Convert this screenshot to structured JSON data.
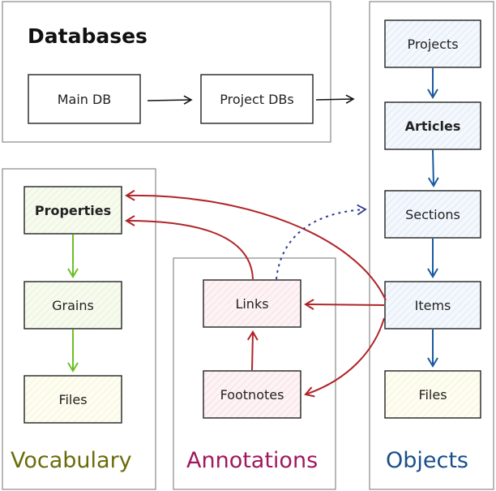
{
  "groups": {
    "databases": {
      "title": "Databases",
      "title_color": "#111111"
    },
    "vocabulary": {
      "title": "Vocabulary",
      "title_color": "#6b6b0b"
    },
    "annotations": {
      "title": "Annotations",
      "title_color": "#a0185e"
    },
    "objects": {
      "title": "Objects",
      "title_color": "#1a4f8b"
    }
  },
  "nodes": {
    "main_db": "Main DB",
    "project_dbs": "Project DBs",
    "projects": "Projects",
    "articles": "Articles",
    "sections": "Sections",
    "items": "Items",
    "object_files": "Files",
    "properties": "Properties",
    "grains": "Grains",
    "vocab_files": "Files",
    "links": "Links",
    "footnotes": "Footnotes"
  },
  "colors": {
    "vocab_arrow": "#6cc028",
    "objects_arrow": "#1a5aa0",
    "relation_arrow": "#b02428",
    "dotted_arrow": "#2f3a8f",
    "objects_fill": "#eef4fb",
    "vocab_fill": "#f2f8e6",
    "vocab_files_fill": "#fcfbe8",
    "annotation_fill": "#fbeaee",
    "object_files_fill": "#fbfbe3"
  }
}
